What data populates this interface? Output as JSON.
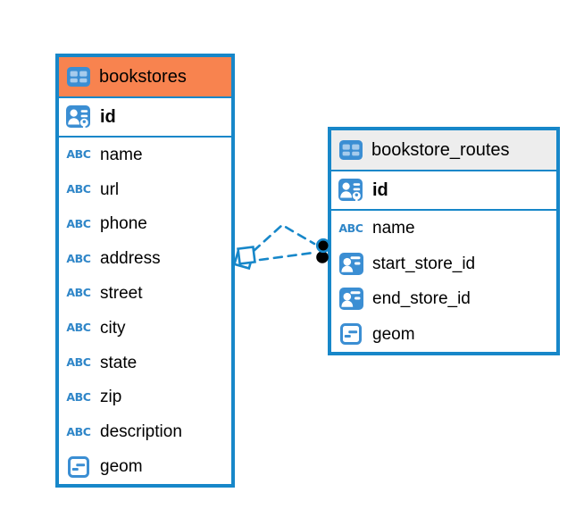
{
  "app": {
    "view": "database-er-diagram",
    "background": "#ffffff"
  },
  "colors": {
    "accent_blue": "#1787C9",
    "icon_blue": "#3B8ED3",
    "icon_cell_blue": "#A6CBEC",
    "selected_header_orange": "#F8834F",
    "header_gray": "#EDEDED",
    "text": "#000000",
    "relationship_dot": "#000000"
  },
  "tables": [
    {
      "title": "bookstores",
      "selected": true,
      "header_style": "orange",
      "header_icon": "table-grid-icon",
      "primary_key": {
        "name": "id",
        "icon": "primary-key-user-icon"
      },
      "columns": [
        {
          "name": "name",
          "type": "text"
        },
        {
          "name": "url",
          "type": "text"
        },
        {
          "name": "phone",
          "type": "text"
        },
        {
          "name": "address",
          "type": "text"
        },
        {
          "name": "street",
          "type": "text"
        },
        {
          "name": "city",
          "type": "text"
        },
        {
          "name": "state",
          "type": "text"
        },
        {
          "name": "zip",
          "type": "text"
        },
        {
          "name": "description",
          "type": "text"
        },
        {
          "name": "geom",
          "type": "geometry"
        }
      ]
    },
    {
      "title": "bookstore_routes",
      "selected": false,
      "header_style": "gray",
      "header_icon": "table-grid-icon",
      "primary_key": {
        "name": "id",
        "icon": "primary-key-user-icon"
      },
      "columns": [
        {
          "name": "name",
          "type": "text"
        },
        {
          "name": "start_store_id",
          "type": "reference"
        },
        {
          "name": "end_store_id",
          "type": "reference"
        },
        {
          "name": "geom",
          "type": "geometry"
        }
      ]
    }
  ],
  "relationships": {
    "style": "dashed",
    "color": "#1787C9",
    "count": 2,
    "from_table": "bookstores",
    "to_table": "bookstore_routes",
    "source_handle": "diamond-handle",
    "target_handle": "black-dot-handle"
  }
}
